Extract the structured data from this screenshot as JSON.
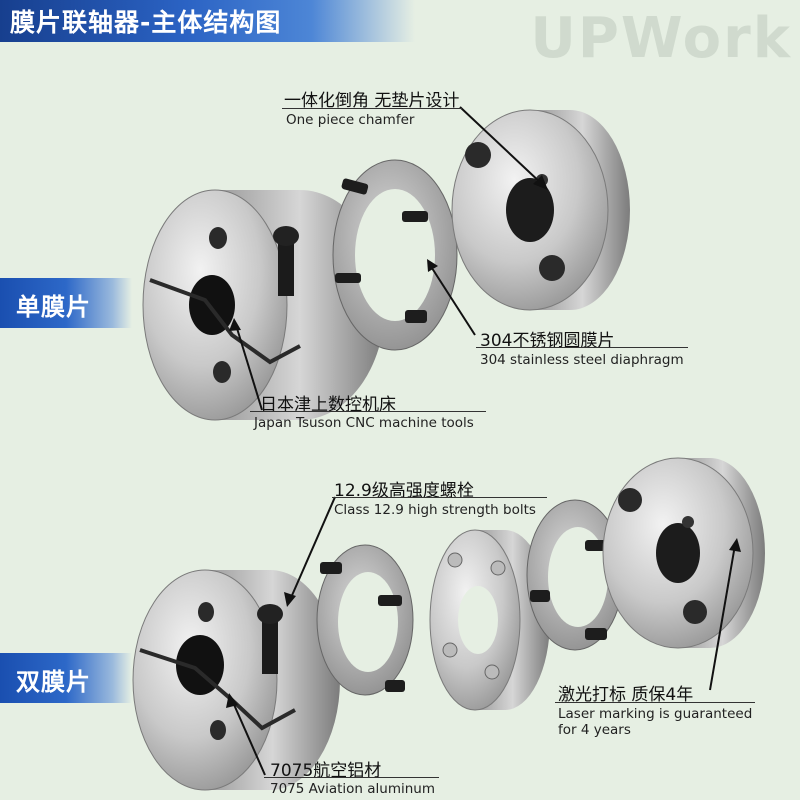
{
  "title": "膜片联轴器-主体结构图",
  "watermark": "UPWork",
  "sections": {
    "single": "单膜片",
    "double": "双膜片"
  },
  "callouts": {
    "chamfer": {
      "zh": "一体化倒角 无垫片设计",
      "en": "One piece chamfer"
    },
    "steel": {
      "zh": "304不锈钢圆膜片",
      "en": "304 stainless steel diaphragm"
    },
    "tsuson": {
      "zh": "日本津上数控机床",
      "en": "Japan Tsuson CNC machine tools"
    },
    "bolts": {
      "zh": "12.9级高强度螺栓",
      "en": "Class 12.9 high strength bolts"
    },
    "laser": {
      "zh": "激光打标 质保4年",
      "en1": "Laser marking is guaranteed",
      "en2": "for 4 years"
    },
    "aluminum": {
      "zh": "7075航空铝材",
      "en": "7075 Aviation aluminum"
    }
  },
  "colors": {
    "accent": "#2b63c4",
    "background": "#e6efe3"
  }
}
